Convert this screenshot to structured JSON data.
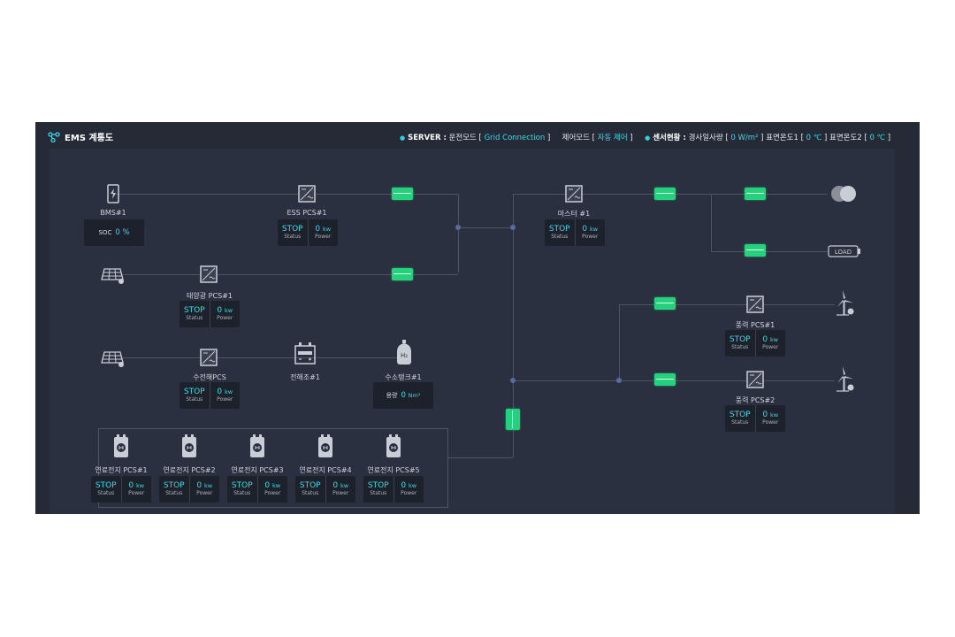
{
  "header": {
    "title": "EMS 계통도",
    "server_label": "SERVER :",
    "op_mode_label": "운전모드 [",
    "op_mode_value": "Grid Connection",
    "ctrl_mode_label": "제어모드 [",
    "ctrl_mode_value": "자동 제어",
    "sensor_label": "센서현황 :",
    "irradiance_label": "경사일사량 [",
    "irradiance_value": "0 W/m²",
    "temp1_label": "표면온도1 [",
    "temp1_value": "0 ℃",
    "temp2_label": "표면온도2 [",
    "temp2_value": "0 ℃",
    "close_bracket": "]"
  },
  "bms": {
    "label": "BMS#1",
    "soc_label": "SOC",
    "soc_value": "0 %"
  },
  "ess_pcs": {
    "label": "ESS PCS#1",
    "status": "STOP",
    "status_label": "Status",
    "power": "0",
    "power_unit": "kw",
    "power_label": "Power"
  },
  "solar_pcs": {
    "label": "태양광 PCS#1",
    "status": "STOP",
    "status_label": "Status",
    "power": "0",
    "power_unit": "kw",
    "power_label": "Power"
  },
  "electrolysis_pcs": {
    "label": "수전해PCS",
    "status": "STOP",
    "status_label": "Status",
    "power": "0",
    "power_unit": "kw",
    "power_label": "Power"
  },
  "electrolyzer": {
    "label": "전해조#1"
  },
  "h2_tank": {
    "label": "수소탱크#1",
    "cap_label": "용량",
    "cap_value": "0",
    "cap_unit": "Nm³",
    "icon_text": "H₂"
  },
  "master": {
    "label": "마스터 #1",
    "status": "STOP",
    "status_label": "Status",
    "power": "0",
    "power_unit": "kw",
    "power_label": "Power"
  },
  "load": {
    "label": "LOAD"
  },
  "wind_pcs": [
    {
      "label": "풍력 PCS#1",
      "status": "STOP",
      "status_label": "Status",
      "power": "0",
      "power_unit": "kw",
      "power_label": "Power"
    },
    {
      "label": "풍력 PCS#2",
      "status": "STOP",
      "status_label": "Status",
      "power": "0",
      "power_unit": "kw",
      "power_label": "Power"
    }
  ],
  "fuel_cells": [
    {
      "label": "연료전지 PCS#1",
      "status": "STOP",
      "status_label": "Status",
      "power": "0",
      "power_unit": "kw",
      "power_label": "Power"
    },
    {
      "label": "연료전지 PCS#2",
      "status": "STOP",
      "status_label": "Status",
      "power": "0",
      "power_unit": "kw",
      "power_label": "Power"
    },
    {
      "label": "연료전지 PCS#3",
      "status": "STOP",
      "status_label": "Status",
      "power": "0",
      "power_unit": "kw",
      "power_label": "Power"
    },
    {
      "label": "연료전지 PCS#4",
      "status": "STOP",
      "status_label": "Status",
      "power": "0",
      "power_unit": "kw",
      "power_label": "Power"
    },
    {
      "label": "연료전지 PCS#5",
      "status": "STOP",
      "status_label": "Status",
      "power": "0",
      "power_unit": "kw",
      "power_label": "Power"
    }
  ],
  "colors": {
    "accent": "#38dce8",
    "breaker": "#26d07c",
    "panel": "#252a36",
    "canvas": "#2b3040"
  },
  "icons": [
    "network-icon",
    "battery-icon",
    "inverter-icon",
    "solar-panel-icon",
    "electrolyzer-icon",
    "h2-tank-icon",
    "fuel-cell-icon",
    "grid-icon",
    "load-icon",
    "wind-turbine-icon"
  ]
}
